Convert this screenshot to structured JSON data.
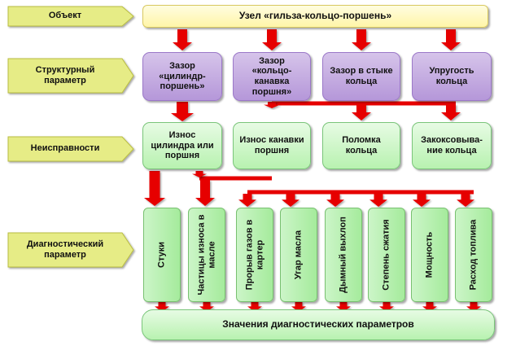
{
  "labels": {
    "object": "Объект",
    "structural": "Структурный\nпараметр",
    "faults": "Неисправности",
    "diagnostic": "Диагностический\nпараметр"
  },
  "nodes": {
    "unit": "Узел «гильза-кольцо-поршень»",
    "gap_cylinder_piston": "Зазор\n«цилиндр-\nпоршень»",
    "gap_ring_groove": "Зазор\n«кольцо-\nканавка\nпоршня»",
    "gap_ring_joint": "Зазор в стыке\nкольца",
    "ring_elasticity": "Упругость\nкольца",
    "wear_cylinder_piston": "Износ\nцилиндра или\nпоршня",
    "wear_piston_groove": "Износ канавки\nпоршня",
    "ring_breakage": "Поломка\nкольца",
    "ring_coking": "Закоксовыва-\nние кольца",
    "values": "Значения диагностических параметров"
  },
  "params": [
    "Стуки",
    "Частицы износа в\nмасле",
    "Прорыв газов в\nкартер",
    "Угар масла",
    "Дымный выхлоп",
    "Степень сжатия",
    "Мощность",
    "Расход топлива"
  ],
  "colors": {
    "arrow": "#e60000",
    "connector": "#e60000",
    "label_fill": "#e6ec86",
    "label_stroke": "#b8bc40",
    "purple": "#b597d9",
    "green": "#b8f2b0",
    "yellow": "#fff5a8"
  }
}
